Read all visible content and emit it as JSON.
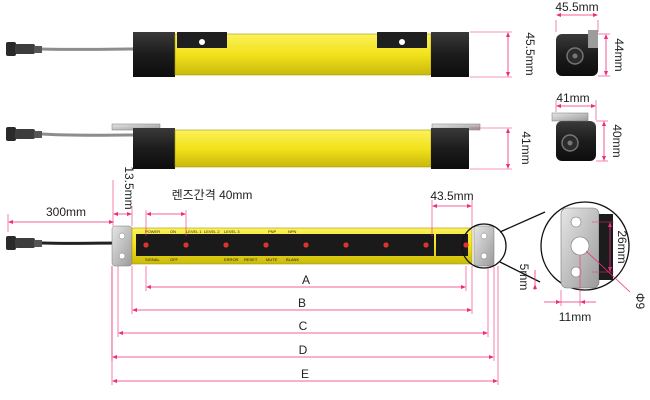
{
  "top_view": {
    "height_label": "45.5mm"
  },
  "top_side_view": {
    "width_label": "45.5mm",
    "height_label": "44mm"
  },
  "mid_view": {
    "height_label": "41mm"
  },
  "mid_side_view": {
    "width_label": "41mm",
    "height_label": "40mm"
  },
  "front_view": {
    "cable_label": "300mm",
    "bracket_offset_label": "13.5mm",
    "lens_pitch_label": "렌즈간격 40mm",
    "end_label": "43.5mm",
    "top_texts": [
      "POWER",
      "ON",
      "LEVEL 1",
      "LEVEL 2",
      "LEVEL 3",
      "PNP",
      "NPN"
    ],
    "bottom_texts": [
      "SIGNAL",
      "OFF",
      "ERROR",
      "RESET",
      "MUTE",
      "BLANK"
    ],
    "dimensions": [
      "A",
      "B",
      "C",
      "D",
      "E"
    ]
  },
  "detail_view": {
    "height_label": "26mm",
    "offset_label": "5mm",
    "width_label": "11mm",
    "hole_label": "Φ9"
  },
  "colors": {
    "housing_yellow": "#f2e21a",
    "housing_black": "#1c1c1c",
    "dimension_line": "#ee2e7a",
    "led_red": "#e0322e"
  }
}
